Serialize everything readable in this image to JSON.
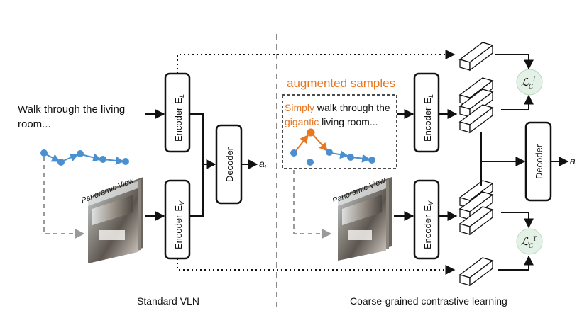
{
  "left": {
    "instruction_line1": "Walk through the living",
    "instruction_line2": "room...",
    "panorama_label": "Panoramic View",
    "encoder_l": {
      "text": "Encoder",
      "sym": "E",
      "sub": "L"
    },
    "encoder_v": {
      "text": "Encoder",
      "sym": "E",
      "sub": "V"
    },
    "decoder": "Decoder",
    "output": {
      "sym": "a",
      "sub": "t"
    },
    "caption": "Standard VLN"
  },
  "right": {
    "augmented_title": "augmented samples",
    "aug_line1": {
      "orange": "Simply",
      "rest": " walk through the"
    },
    "aug_line2": {
      "orange": "gigantic",
      "rest": " living room..."
    },
    "panorama_label": "Panoramic View",
    "encoder_l": {
      "text": "Encoder",
      "sym": "E",
      "sub": "L"
    },
    "encoder_v": {
      "text": "Encoder",
      "sym": "E",
      "sub": "V"
    },
    "decoder": "Decoder",
    "output": "a",
    "loss_i": {
      "sym": "ℒ",
      "sub": "C",
      "sup": "I"
    },
    "loss_t": {
      "sym": "ℒ",
      "sub": "C",
      "sup": "T"
    },
    "caption": "Coarse-grained contrastive learning"
  },
  "colors": {
    "accent_orange": "#e87722",
    "path_blue": "#4a90d0",
    "loss_fill": "#e3f1e6",
    "dashed_gray": "#9a9a9a"
  }
}
